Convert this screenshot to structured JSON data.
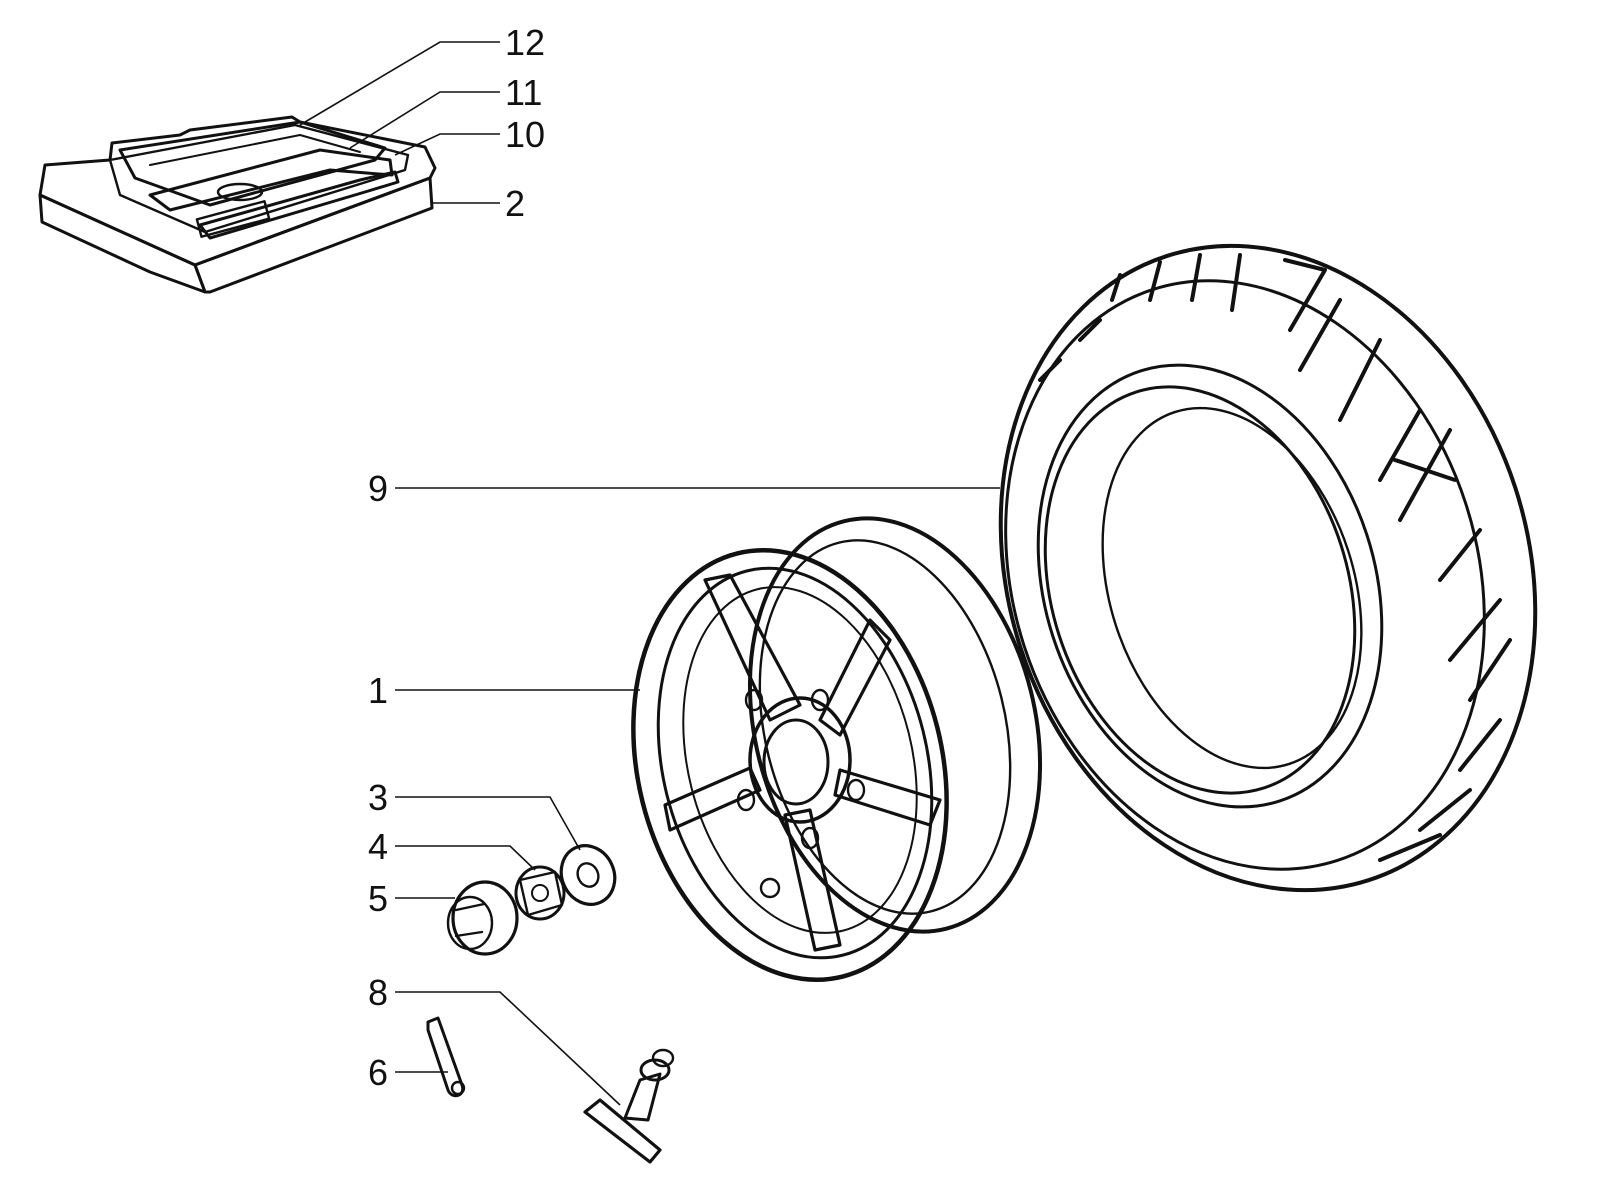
{
  "colors": {
    "ink": "#111111",
    "paper": "#ffffff"
  },
  "callouts": {
    "c12": "12",
    "c11": "11",
    "c10": "10",
    "c2": "2",
    "c9": "9",
    "c1": "1",
    "c3": "3",
    "c4": "4",
    "c5": "5",
    "c8": "8",
    "c6": "6"
  }
}
